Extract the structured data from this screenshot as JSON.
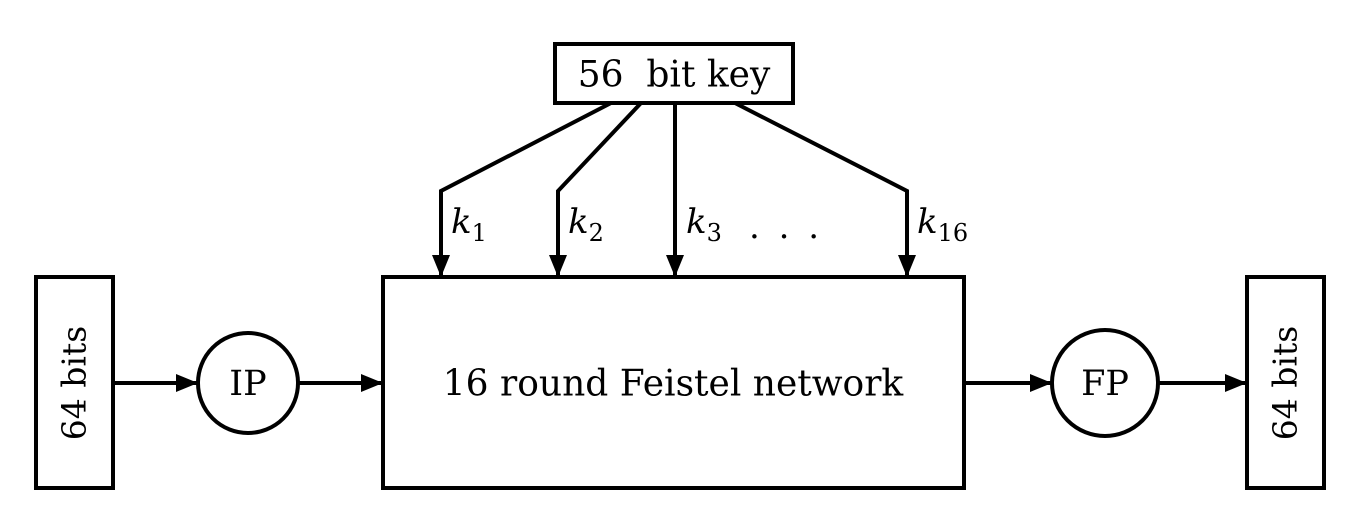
{
  "key_box": {
    "label": "56  bit key"
  },
  "feistel_box": {
    "label": "16 round Feistel network"
  },
  "input_box": {
    "label": "64 bits"
  },
  "output_box": {
    "label": "64 bits"
  },
  "ip_node": {
    "label": "IP"
  },
  "fp_node": {
    "label": "FP"
  },
  "round_keys": [
    {
      "base": "k",
      "sub": "1"
    },
    {
      "base": "k",
      "sub": "2"
    },
    {
      "base": "k",
      "sub": "3"
    },
    {
      "base": "k",
      "sub": "16"
    }
  ],
  "ellipsis": ". . .",
  "colors": {
    "stroke": "#000000",
    "feistel_fill": "#e6e6e6",
    "background": "#ffffff"
  }
}
